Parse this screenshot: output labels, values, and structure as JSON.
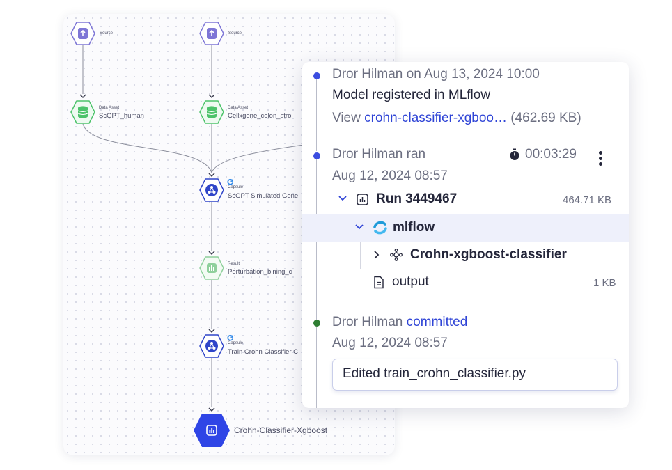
{
  "pipeline": {
    "nodes": [
      {
        "id": "source1",
        "type": "Source",
        "name": ""
      },
      {
        "id": "source2",
        "type": "Source",
        "name": ""
      },
      {
        "id": "asset1",
        "type": "Data Asset",
        "name": "ScGPT_human"
      },
      {
        "id": "asset2",
        "type": "Data Asset",
        "name": "Cellxgene_colon_stro"
      },
      {
        "id": "capsule1",
        "type": "Capsule",
        "name": "ScGPT Simulated Gene"
      },
      {
        "id": "result1",
        "type": "Result",
        "name": "Perturbation_bining_c"
      },
      {
        "id": "capsule2",
        "type": "Capsule",
        "name": "Train Crohn Classifier C"
      },
      {
        "id": "model",
        "type": "",
        "name": "Crohn-Classifier-Xgboost"
      }
    ]
  },
  "activity": {
    "entry1": {
      "author_line": "Dror Hilman on Aug 13, 2024 10:00",
      "message": "Model registered in MLflow",
      "view_prefix": "View",
      "link": "crohn-classifier-xgboo…",
      "size": "(462.69 KB)",
      "dot_color": "#3b4de0"
    },
    "entry2": {
      "author_line": "Dror Hilman ran",
      "date": "Aug 12, 2024 08:57",
      "duration": "00:03:29",
      "dot_color": "#3b4de0",
      "tree": {
        "run": {
          "label": "Run 3449467",
          "size": "464.71 KB"
        },
        "mlflow": {
          "label": "mlflow"
        },
        "model": {
          "label": "Crohn-xgboost-classifier"
        },
        "output": {
          "label": "output",
          "size": "1 KB"
        }
      }
    },
    "entry3": {
      "author": "Dror Hilman",
      "action": "committed",
      "date": "Aug 12, 2024 08:57",
      "commit_message": "Edited train_crohn_classifier.py",
      "dot_color": "#2e7d32"
    }
  },
  "colors": {
    "source": "#7e76d6",
    "data_asset": "#4cc36a",
    "capsule": "#2f45c9",
    "result": "#8fd09c",
    "model": "#2f45e6",
    "accent": "#2f44d6"
  },
  "icons": [
    "upload-file-icon",
    "database-icon",
    "capsule-icon",
    "sync-icon",
    "chart-icon",
    "stopwatch-icon",
    "kebab-menu-icon",
    "chevron-down-icon",
    "chevron-right-icon",
    "model-icon",
    "file-icon"
  ]
}
